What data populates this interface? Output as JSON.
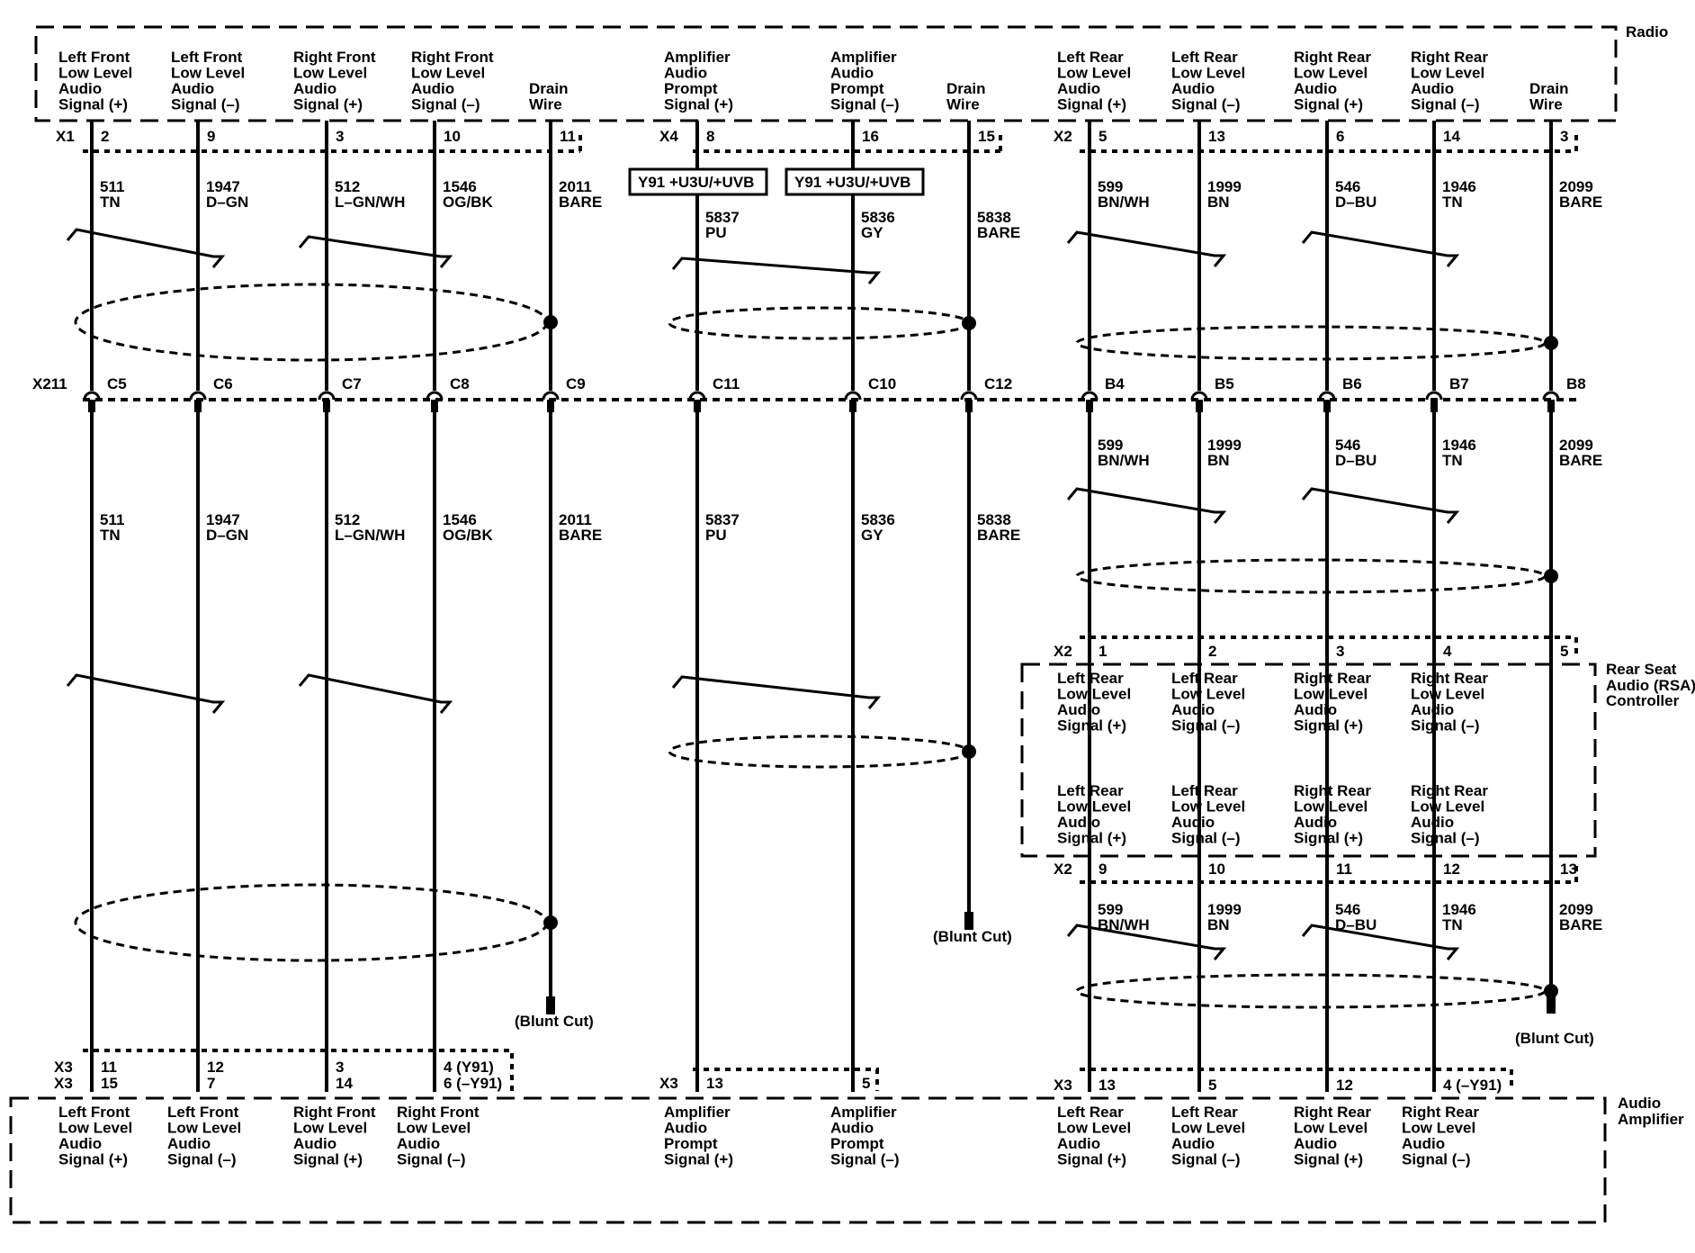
{
  "modules": {
    "radio": "Radio",
    "rsa": [
      "Rear Seat",
      "Audio (RSA)",
      "Controller"
    ],
    "amp": [
      "Audio",
      "Amplifier"
    ]
  },
  "radio_pins": {
    "left_front_pos": [
      "Left Front",
      "Low Level",
      "Audio",
      "Signal (+)"
    ],
    "left_front_neg": [
      "Left Front",
      "Low Level",
      "Audio",
      "Signal (–)"
    ],
    "right_front_pos": [
      "Right Front",
      "Low Level",
      "Audio",
      "Signal (+)"
    ],
    "right_front_neg": [
      "Right Front",
      "Low Level",
      "Audio",
      "Signal (–)"
    ],
    "drain_front": [
      "Drain",
      "Wire"
    ],
    "prompt_pos": [
      "Amplifier",
      "Audio",
      "Prompt",
      "Signal (+)"
    ],
    "prompt_neg": [
      "Amplifier",
      "Audio",
      "Prompt",
      "Signal (–)"
    ],
    "drain_mid": [
      "Drain",
      "Wire"
    ],
    "left_rear_pos": [
      "Left Rear",
      "Low Level",
      "Audio",
      "Signal (+)"
    ],
    "left_rear_neg": [
      "Left Rear",
      "Low Level",
      "Audio",
      "Signal (–)"
    ],
    "right_rear_pos": [
      "Right Rear",
      "Low Level",
      "Audio",
      "Signal (+)"
    ],
    "right_rear_neg": [
      "Right Rear",
      "Low Level",
      "Audio",
      "Signal (–)"
    ],
    "drain_rear": [
      "Drain",
      "Wire"
    ]
  },
  "rsa_pins": {
    "top": [
      [
        "Left Rear",
        "Low Level",
        "Audio",
        "Signal (+)"
      ],
      [
        "Left Rear",
        "Low Level",
        "Audio",
        "Signal (–)"
      ],
      [
        "Right Rear",
        "Low Level",
        "Audio",
        "Signal (+)"
      ],
      [
        "Right Rear",
        "Low Level",
        "Audio",
        "Signal (–)"
      ]
    ],
    "bottom": [
      [
        "Left Rear",
        "Low Level",
        "Audio",
        "Signal (+)"
      ],
      [
        "Left Rear",
        "Low Level",
        "Audio",
        "Signal (–)"
      ],
      [
        "Right Rear",
        "Low Level",
        "Audio",
        "Signal (+)"
      ],
      [
        "Right Rear",
        "Low Level",
        "Audio",
        "Signal (–)"
      ]
    ]
  },
  "amp_pins": [
    [
      "Left Front",
      "Low Level",
      "Audio",
      "Signal (+)"
    ],
    [
      "Left Front",
      "Low Level",
      "Audio",
      "Signal (–)"
    ],
    [
      "Right Front",
      "Low Level",
      "Audio",
      "Signal (+)"
    ],
    [
      "Right Front",
      "Low Level",
      "Audio",
      "Signal (–)"
    ],
    [
      "Amplifier",
      "Audio",
      "Prompt",
      "Signal (+)"
    ],
    [
      "Amplifier",
      "Audio",
      "Prompt",
      "Signal (–)"
    ],
    [
      "Left Rear",
      "Low Level",
      "Audio",
      "Signal (+)"
    ],
    [
      "Left Rear",
      "Low Level",
      "Audio",
      "Signal (–)"
    ],
    [
      "Right Rear",
      "Low Level",
      "Audio",
      "Signal (+)"
    ],
    [
      "Right Rear",
      "Low Level",
      "Audio",
      "Signal (–)"
    ]
  ],
  "connectors": {
    "radio_x1": "X1",
    "radio_x4": "X4",
    "radio_x2": "X2",
    "inline": "X211",
    "rsa_top": "X2",
    "rsa_bottom": "X2",
    "amp_front_a": "X3",
    "amp_front_b": "X3",
    "amp_prompt": "X3",
    "amp_rear": "X3"
  },
  "radio_pin_numbers": [
    "2",
    "9",
    "3",
    "10",
    "11",
    "8",
    "16",
    "15",
    "5",
    "13",
    "6",
    "14",
    "3"
  ],
  "inline_cavities": [
    "C5",
    "C6",
    "C7",
    "C8",
    "C9",
    "C11",
    "C10",
    "C12",
    "B4",
    "B5",
    "B6",
    "B7",
    "B8"
  ],
  "rsa_top_pins": [
    "1",
    "2",
    "3",
    "4",
    "5"
  ],
  "rsa_bottom_pins": [
    "9",
    "10",
    "11",
    "12",
    "13"
  ],
  "amp_pin_numbers": {
    "front_a": [
      "11",
      "12",
      "3",
      "4 (Y91)"
    ],
    "front_b": [
      "15",
      "7",
      "14",
      "6 (–Y91)"
    ],
    "prompt": [
      "13",
      "5"
    ],
    "rear": [
      "13",
      "5",
      "12",
      "4 (–Y91)"
    ]
  },
  "options": {
    "prompt_pos": "Y91 +U3U/+UVB",
    "prompt_neg": "Y91 +U3U/+UVB"
  },
  "circuits": {
    "lf_pos": [
      "511",
      "TN"
    ],
    "lf_neg": [
      "1947",
      "D–GN"
    ],
    "rf_pos": [
      "512",
      "L–GN/WH"
    ],
    "rf_neg": [
      "1546",
      "OG/BK"
    ],
    "drain_front": [
      "2011",
      "BARE"
    ],
    "prompt_pos": [
      "5837",
      "PU"
    ],
    "prompt_neg": [
      "5836",
      "GY"
    ],
    "drain_mid": [
      "5838",
      "BARE"
    ],
    "lr_pos": [
      "599",
      "BN/WH"
    ],
    "lr_neg": [
      "1999",
      "BN"
    ],
    "rr_pos": [
      "546",
      "D–BU"
    ],
    "rr_neg": [
      "1946",
      "TN"
    ],
    "drain_rear": [
      "2099",
      "BARE"
    ]
  },
  "blunt_cut": "(Blunt Cut)"
}
